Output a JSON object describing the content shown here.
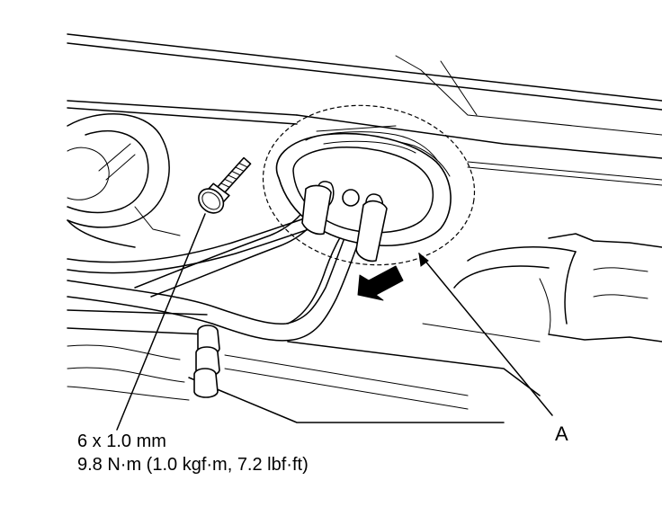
{
  "bolt_spec": {
    "size": "6 x 1.0 mm",
    "torque": "9.8 N·m (1.0 kgf·m, 7.2 lbf·ft)"
  },
  "callouts": {
    "a": "A"
  },
  "icons": {
    "bolt": "bolt-icon",
    "direction": "arrow-icon"
  }
}
